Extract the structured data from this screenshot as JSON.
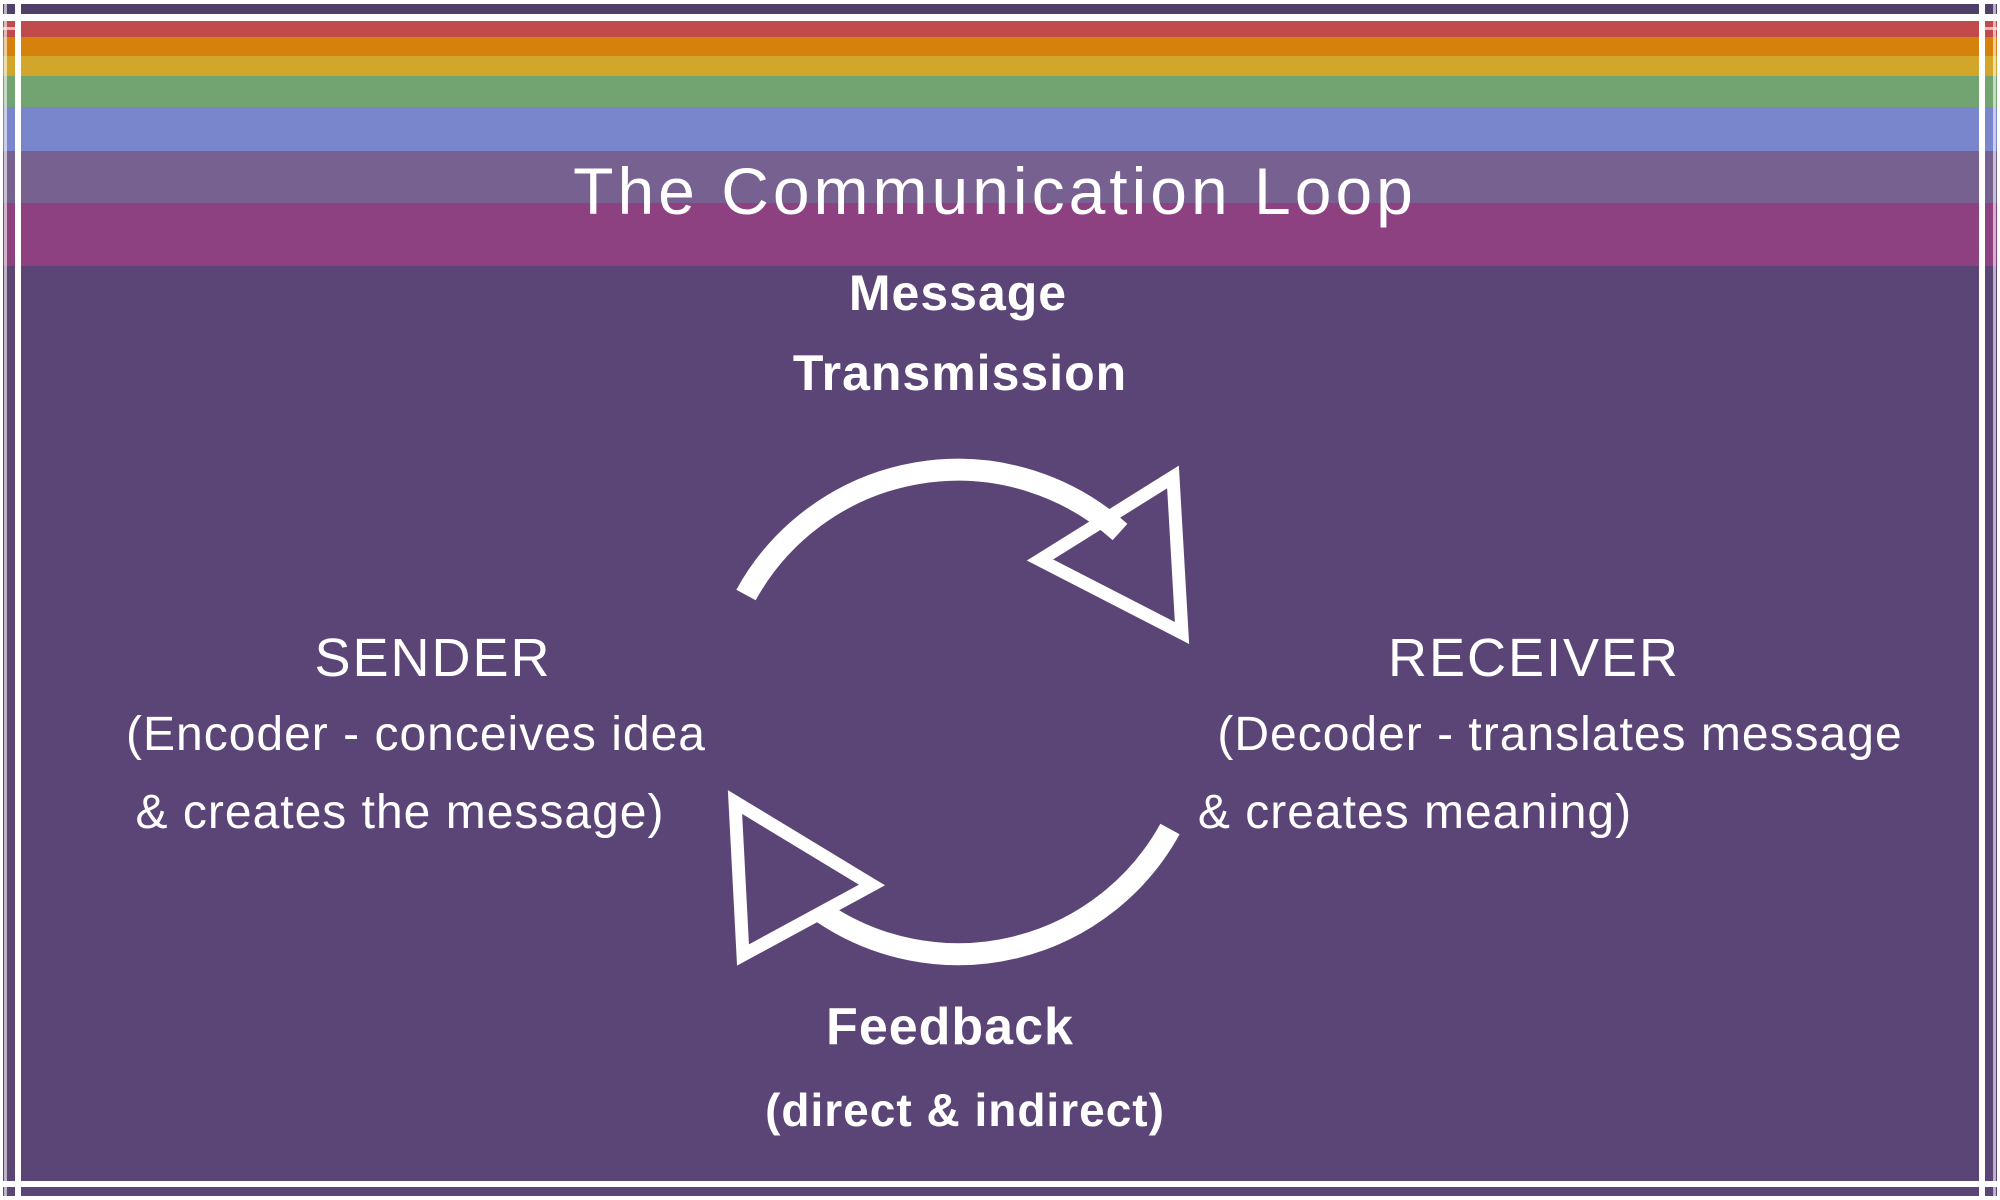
{
  "poster": {
    "title": "The Communication Loop",
    "background": "#5B4577",
    "text_color": "#FFFFFF",
    "frame_color": "#FFFFFF"
  },
  "stripes": [
    {
      "name": "stripe-dark-purple",
      "color": "#4F4069",
      "height": 10
    },
    {
      "name": "stripe-white-divider",
      "color": "#FFFFFF",
      "height": 7
    },
    {
      "name": "stripe-red",
      "color": "#C14B4B",
      "height": 16
    },
    {
      "name": "stripe-orange",
      "color": "#D5820D",
      "height": 19
    },
    {
      "name": "stripe-yellow",
      "color": "#D2A62A",
      "height": 20
    },
    {
      "name": "stripe-green",
      "color": "#72A471",
      "height": 31
    },
    {
      "name": "stripe-blue",
      "color": "#7A86CB",
      "height": 44
    },
    {
      "name": "stripe-muted-purple",
      "color": "#766191",
      "height": 52
    },
    {
      "name": "stripe-magenta",
      "color": "#8E4180",
      "height": 63
    }
  ],
  "labels": {
    "title": "The Communication Loop",
    "message_line1": "Message",
    "message_line2": "Transmission",
    "sender_title": "SENDER",
    "sender_line1": "(Encoder - conceives idea",
    "sender_line2": "& creates the message)",
    "receiver_title": "RECEIVER",
    "receiver_line1": "(Decoder - translates message",
    "receiver_line2": "& creates meaning)",
    "feedback_line1": "Feedback",
    "feedback_line2": "(direct & indirect)"
  },
  "loop": {
    "color": "#FFFFFF",
    "direction": "clockwise"
  }
}
